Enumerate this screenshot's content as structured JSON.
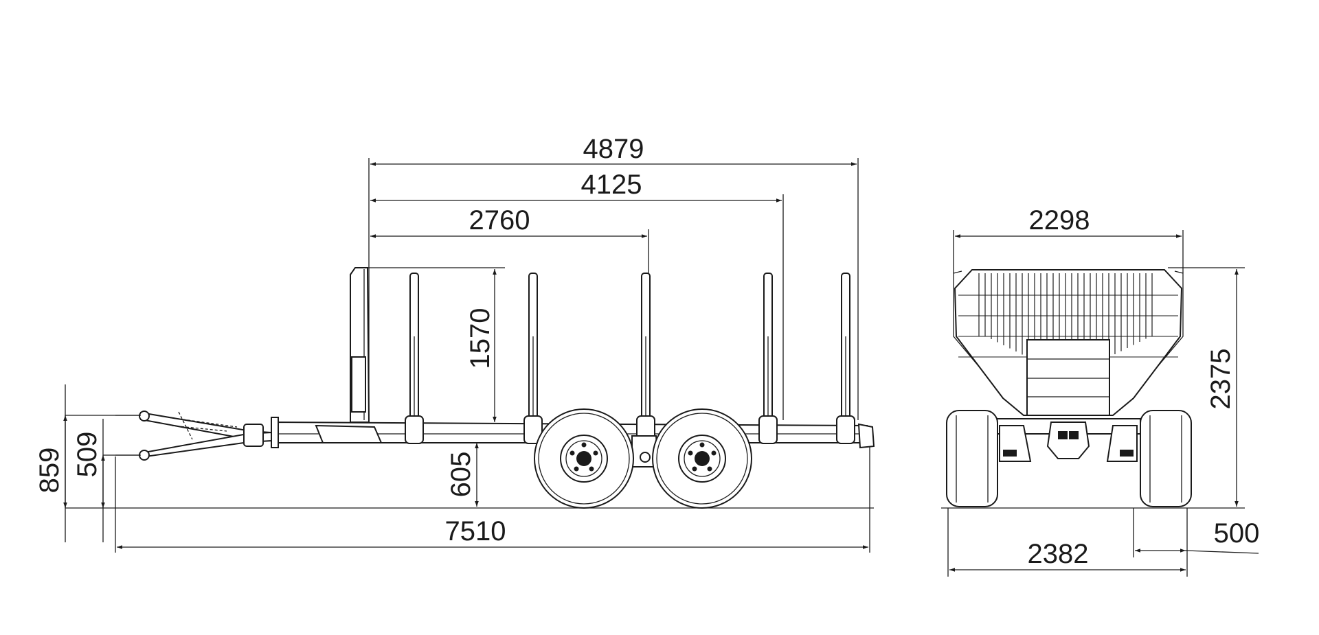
{
  "dimensions": {
    "overall_length": "7510",
    "bunk_span_total": "4879",
    "bunk_span_4": "4125",
    "bunk_span_3": "2760",
    "stake_height": "1570",
    "frame_height": "605",
    "drawbar_upper_height": "859",
    "drawbar_lower_height": "509",
    "bunk_width": "2298",
    "overall_height": "2375",
    "track_width": "2382",
    "tyre_width": "500"
  },
  "colors": {
    "line": "#1a1a1a",
    "background": "#ffffff"
  }
}
